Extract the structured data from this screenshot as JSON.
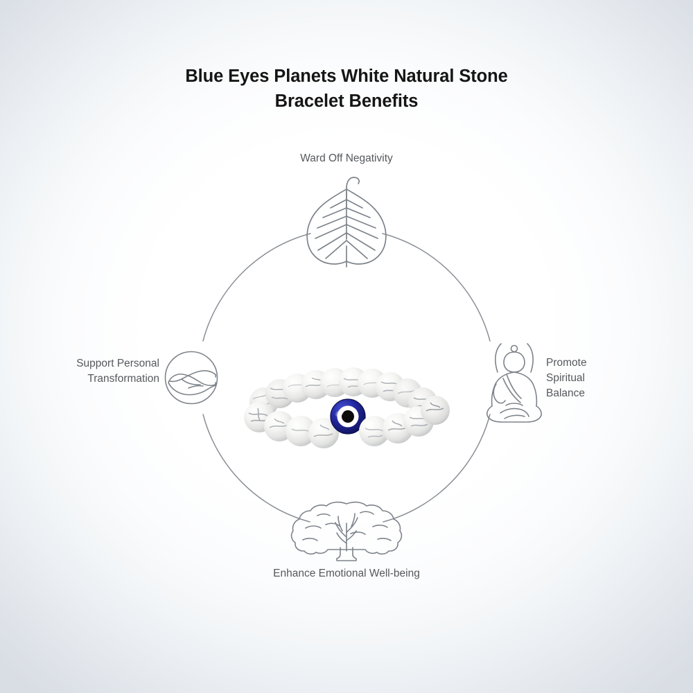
{
  "title": {
    "line1": "Blue Eyes Planets White Natural Stone",
    "line2": "Bracelet Benefits"
  },
  "benefits": [
    {
      "id": "ward-off-negativity",
      "label": "Ward Off Negativity",
      "icon": "bodhi-leaf-icon",
      "position": "top"
    },
    {
      "id": "promote-spiritual-balance",
      "label": "Promote\nSpiritual\nBalance",
      "icon": "meditating-buddha-icon",
      "position": "right"
    },
    {
      "id": "enhance-emotional-well-being",
      "label": "Enhance Emotional Well-being",
      "icon": "tree-icon",
      "position": "bottom"
    },
    {
      "id": "support-personal-transformation",
      "label": "Support Personal\nTransformation",
      "icon": "cupped-hands-icon",
      "position": "left"
    }
  ],
  "center_product": {
    "name": "white-howlite-evil-eye-bracelet",
    "bead_color": "#f2f2f0",
    "bead_vein_color": "#9aa0a6",
    "evil_eye_outer_color": "#1b1f8f",
    "evil_eye_ring_color": "#ffffff",
    "evil_eye_pupil_color": "#0c0c0c"
  },
  "style": {
    "background_center": "#ffffff",
    "background_edge": "#dbe0e6",
    "title_color": "#151515",
    "label_color": "#55585c",
    "circle_stroke": "#8a8f96",
    "icon_stroke": "#7d838a"
  }
}
